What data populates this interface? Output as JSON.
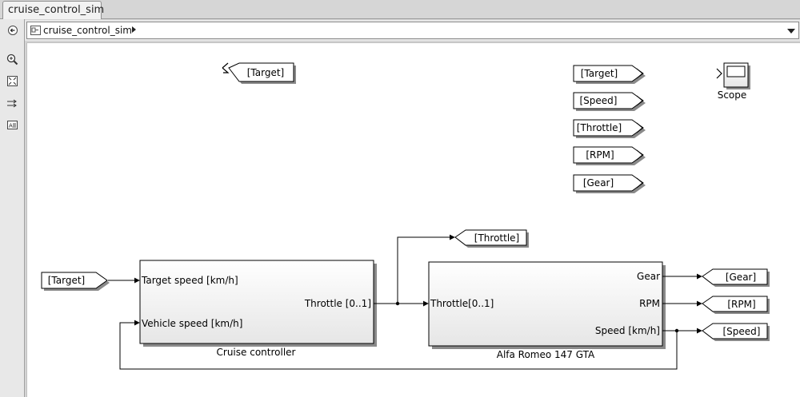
{
  "window": {
    "tab_label": "cruise_control_sim"
  },
  "addressbar": {
    "path": "cruise_control_sim"
  },
  "toolbar": {
    "back_icon": "back-arrow-icon",
    "zoom_icon": "zoom-in-icon",
    "fit_icon": "fit-to-view-icon",
    "signal_icon": "signal-arrows-icon",
    "annotation_icon": "annotation-icon"
  },
  "diagram": {
    "from_target_top": "[Target]",
    "goto_target": "[Target]",
    "goto_speed": "[Speed]",
    "goto_throttle": "[Throttle]",
    "goto_rpm": "[RPM]",
    "goto_gear": "[Gear]",
    "scope_label": "Scope",
    "goto_throttle_mid": "[Throttle]",
    "from_target_in": "[Target]",
    "controller": {
      "name": "Cruise controller",
      "in1": "Target speed [km/h]",
      "in2": "Vehicle speed [km/h]",
      "out1": "Throttle [0..1]"
    },
    "plant": {
      "name": "Alfa Romeo 147 GTA",
      "in1": "Throttle[0..1]",
      "out1": "Gear",
      "out2": "RPM",
      "out3": "Speed [km/h]"
    },
    "goto_gear_out": "[Gear]",
    "goto_rpm_out": "[RPM]",
    "goto_speed_out": "[Speed]"
  }
}
